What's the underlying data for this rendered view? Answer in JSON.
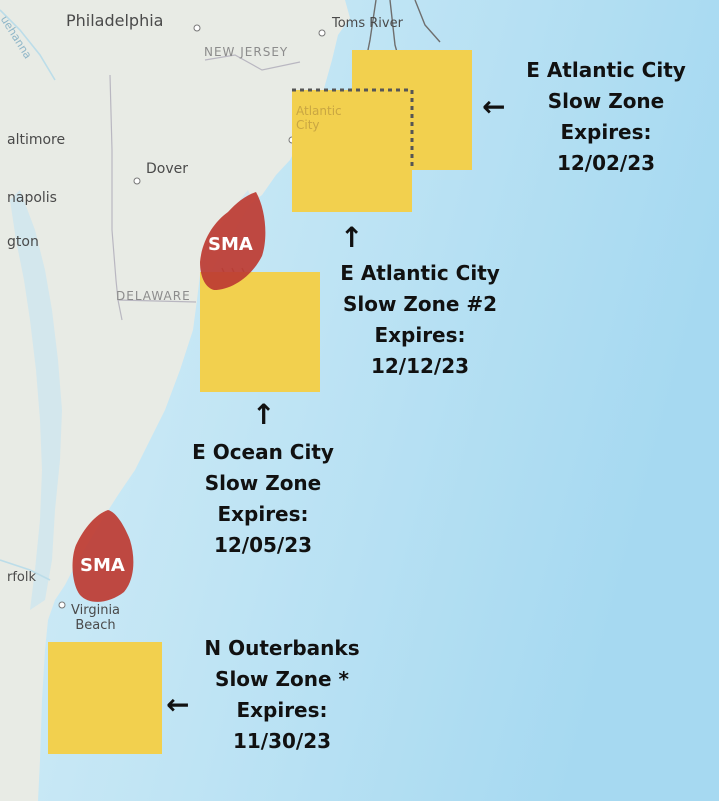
{
  "places": {
    "philadelphia": "Philadelphia",
    "toms_river": "Toms River",
    "new_jersey": "NEW JERSEY",
    "baltimore": "altimore",
    "dover": "Dover",
    "annapolis": "napolis",
    "washington": "gton",
    "delaware": "DELAWARE",
    "atlantic_city": [
      "Atlantic",
      "City"
    ],
    "norfolk": "rfolk",
    "virginia_beach": [
      "Virginia",
      "Beach"
    ],
    "susquehanna": "uehanna"
  },
  "sma_labels": [
    "SMA",
    "SMA"
  ],
  "slow_zones": [
    {
      "id": "e-atlantic-city",
      "lines": [
        "E Atlantic City",
        "Slow Zone",
        "Expires:",
        "12/02/23"
      ]
    },
    {
      "id": "e-atlantic-city-2",
      "lines": [
        "E Atlantic City",
        "Slow Zone #2",
        "Expires:",
        "12/12/23"
      ]
    },
    {
      "id": "e-ocean-city",
      "lines": [
        "E Ocean City",
        "Slow Zone",
        "Expires:",
        "12/05/23"
      ]
    },
    {
      "id": "n-outerbanks",
      "lines": [
        "N Outerbanks",
        "Slow Zone *",
        "Expires:",
        "11/30/23"
      ]
    }
  ],
  "arrows": {
    "left": "←",
    "up": "↑"
  },
  "colors": {
    "slow_zone": "#f2d04e",
    "sma": "#bd3b33",
    "land": "#e9ece6",
    "ocean_near": "#d2ecf5",
    "ocean_far": "#a9dbf2"
  }
}
